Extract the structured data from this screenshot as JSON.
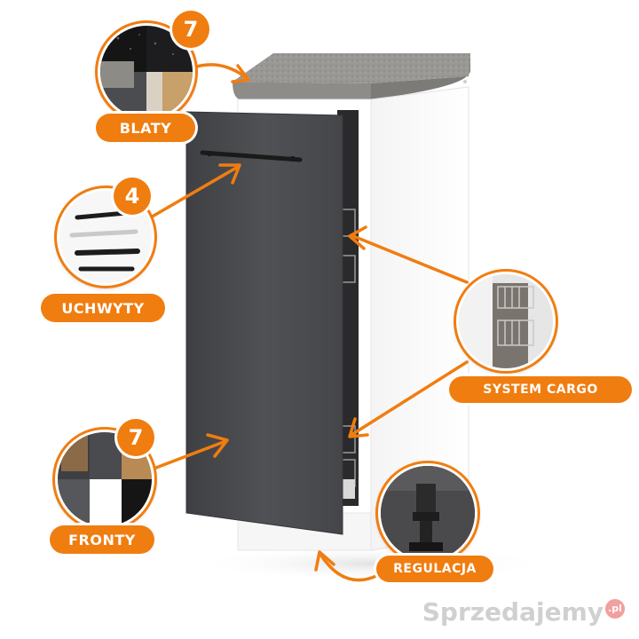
{
  "callouts": {
    "blaty": {
      "label": "BLATY",
      "count": "7"
    },
    "uchwyty": {
      "label": "UCHWYTY",
      "count": "4"
    },
    "fronty": {
      "label": "FRONTY",
      "count": "7"
    },
    "system_cargo": {
      "label": "SYSTEM CARGO"
    },
    "regulacja": {
      "label": "REGULACJA"
    }
  },
  "watermark": {
    "text": "Sprzedajemy",
    "suffix": ".pl"
  },
  "colors": {
    "accent": "#f07d10",
    "front": "#4a4b4f",
    "cabinet": "#ffffff",
    "countertop": "#9a9895"
  }
}
